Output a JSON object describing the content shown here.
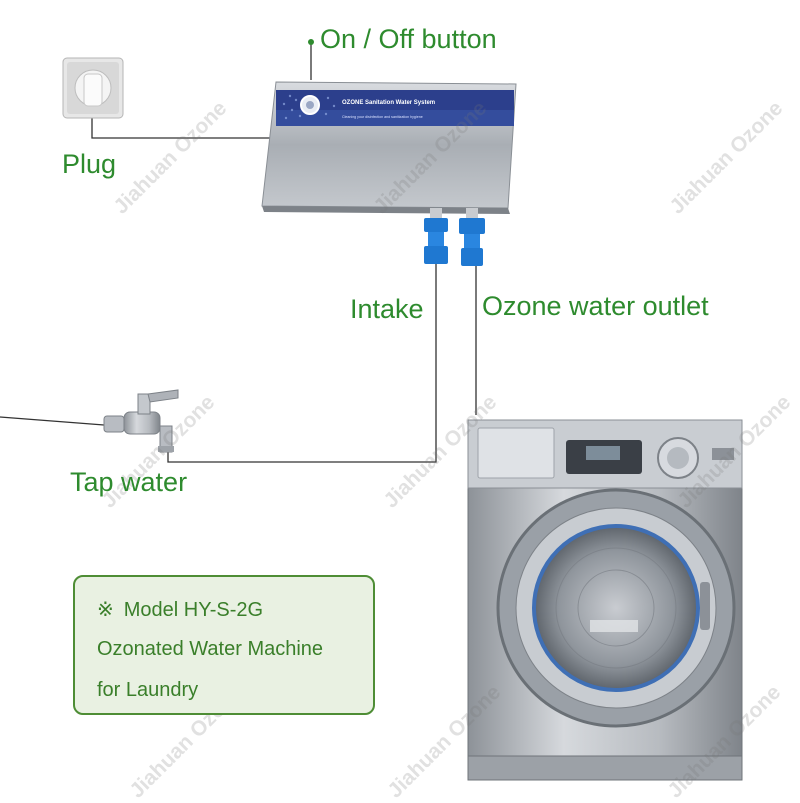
{
  "labels": {
    "on_off": "On / Off button",
    "plug": "Plug",
    "intake": "Intake",
    "outlet": "Ozone water outlet",
    "tap": "Tap water"
  },
  "device_panel": {
    "title": "OZONE Sanitation Water System",
    "subtitle": "Cleaning your disinfection and sanitization hygiene"
  },
  "info_box": {
    "mark": "※",
    "line1": "Model HY-S-2G",
    "line2": "Ozonated Water Machine",
    "line3": "for Laundry"
  },
  "watermark": "Jiahuan Ozone",
  "colors": {
    "label_green": "#2e8b2e",
    "box_fill": "#e9f1e2",
    "box_border": "#4e8d35",
    "panel_blue": "#2c3f8c",
    "connector_blue": "#1f78d1",
    "line": "#333333"
  }
}
